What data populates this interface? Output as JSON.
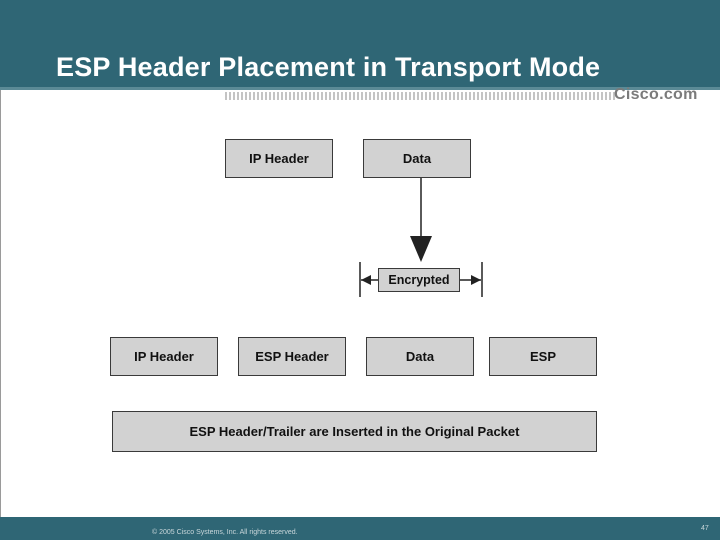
{
  "slide": {
    "title": "ESP Header Placement in Transport Mode",
    "logo": "Cisco.com",
    "copyright": "© 2005 Cisco Systems, Inc. All rights reserved.",
    "page_number": "47"
  },
  "diagram": {
    "original_packet": {
      "ip_header": "IP Header",
      "data": "Data"
    },
    "encrypted_label": "Encrypted",
    "esp_packet": {
      "ip_header": "IP Header",
      "esp_header": "ESP Header",
      "data": "Data",
      "esp_trailer": "ESP"
    },
    "caption": "ESP Header/Trailer are Inserted in the Original Packet"
  },
  "colors": {
    "header_bar": "#2f6675",
    "box_fill": "#d2d2d2",
    "box_border": "#3a3a3a"
  }
}
